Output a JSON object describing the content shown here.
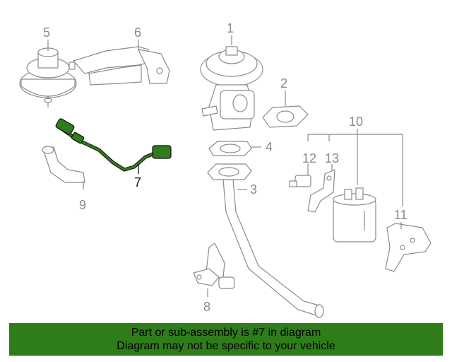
{
  "diagram": {
    "callouts": {
      "c1": "1",
      "c2": "2",
      "c3": "3",
      "c4": "4",
      "c5": "5",
      "c6": "6",
      "c7": "7",
      "c8": "8",
      "c9": "9",
      "c10": "10",
      "c11": "11",
      "c12": "12",
      "c13": "13"
    },
    "highlighted_part": "7",
    "highlight_color": "#2e7d1a"
  },
  "footer": {
    "line1": "Part or sub-assembly is #7 in diagram",
    "line2": "Diagram may not be specific to your vehicle",
    "background": "#2e7d1a"
  }
}
